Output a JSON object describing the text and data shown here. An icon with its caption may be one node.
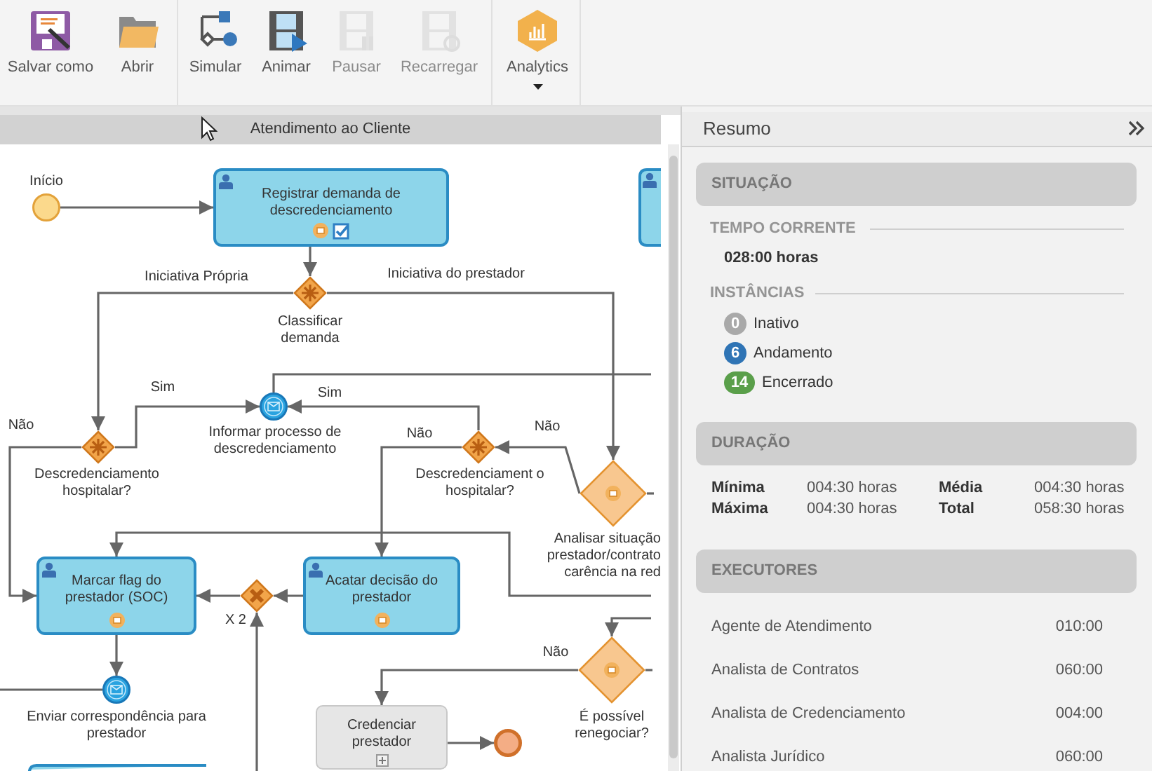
{
  "diagram": {
    "nodes": [
      {
        "text": [],
        "shape": "circle",
        "beside": [
          "Início"
        ]
      },
      {
        "text": [
          "Registrar demanda de descredenciamento"
        ]
      },
      {
        "text": [],
        "shape": "box"
      },
      {
        "text": [],
        "shape": "diamond",
        "beside": [
          "Classificar demanda"
        ]
      },
      {
        "text": [],
        "shape": "diamond",
        "beside": [
          "Descredenciamento hospitalar?"
        ]
      },
      {
        "text": [],
        "shape": "circle",
        "beside": [
          "Informar processo de descredenciamento"
        ]
      },
      {
        "text": [],
        "shape": "diamond",
        "beside": [
          "Descredenciament o hospitalar?"
        ]
      },
      {
        "text": [],
        "shape": "diamond",
        "beside": [
          "Analisar situação prestador/contrato carência na red"
        ]
      },
      {
        "text": [
          "Marcar flag do prestador (SOC)"
        ]
      },
      {
        "text": [],
        "shape": "diamond",
        "beside": [
          "X 2"
        ]
      },
      {
        "text": [
          "Acatar decisão do prestador"
        ]
      },
      {
        "text": [],
        "shape": "circle",
        "beside": [
          "Enviar correspondência para prestador"
        ]
      },
      {
        "text": [],
        "shape": "diamond",
        "beside": [
          "É possível renegociar?"
        ]
      },
      {
        "text": [
          "Credenciar prestador"
        ]
      },
      {
        "text": [],
        "shape": "circle"
      },
      {
        "text": [],
        "shape": "box"
      }
    ],
    "edges": [
      {
        "from": 0,
        "to": 1,
        "arrow": "to"
      },
      {
        "from": 1,
        "to": 3,
        "arrow": "to"
      },
      {
        "from": 3,
        "to": 4,
        "arrow": "to",
        "label": "Iniciativa Própria"
      },
      {
        "from": 3,
        "to": 7,
        "arrow": "to",
        "label": "Iniciativa do prestador"
      },
      {
        "from": 4,
        "to": 5,
        "arrow": "to",
        "label": "Sim"
      },
      {
        "from": 4,
        "to": 8,
        "arrow": "to",
        "label": "Não"
      },
      {
        "from": 6,
        "to": 5,
        "arrow": "to",
        "label": "Sim"
      },
      {
        "from": 6,
        "to": 10,
        "arrow": "to",
        "label": "Não"
      },
      {
        "from": 7,
        "to": 6,
        "arrow": "to",
        "label": "Não"
      },
      {
        "from": 10,
        "to": 9,
        "arrow": "to"
      },
      {
        "from": 9,
        "to": 8,
        "arrow": "to"
      },
      {
        "from": 8,
        "to": 11,
        "arrow": "to"
      },
      {
        "from": null,
        "to": 5,
        "arrow": "none"
      },
      {
        "from": null,
        "to": 8,
        "arrow": "to"
      },
      {
        "from": null,
        "to": 9,
        "arrow": "to"
      },
      {
        "from": 12,
        "to": 13,
        "arrow": "to",
        "label": "Não"
      },
      {
        "from": null,
        "to": 12,
        "arrow": "to"
      },
      {
        "from": 12,
        "to": null,
        "arrow": "none"
      },
      {
        "from": 13,
        "to": 14,
        "arrow": "to"
      },
      {
        "from": null,
        "to": 11,
        "arrow": "none"
      },
      {
        "from": 7,
        "to": null,
        "arrow": "none"
      }
    ],
    "labels": [
      "Salvar como",
      "Abrir",
      "Simular",
      "Animar",
      "Pausar",
      "Recarregar",
      "Analytics",
      "Atendimento ao Cliente",
      "Resumo",
      "SITUAÇÃO",
      "TEMPO CORRENTE",
      "028:00 horas",
      "INSTÂNCIAS",
      "0",
      "Inativo",
      "6",
      "Andamento",
      "14",
      "Encerrado",
      "DURAÇÃO",
      "Mínima",
      "004:30 horas",
      "Média",
      "004:30 horas",
      "Máxima",
      "004:30 horas",
      "Total",
      "058:30 horas",
      "EXECUTORES",
      "Agente de Atendimento",
      "010:00",
      "Analista de Contratos",
      "060:00",
      "Analista de Credenciamento",
      "004:00",
      "Analista Jurídico",
      "060:00"
    ]
  }
}
